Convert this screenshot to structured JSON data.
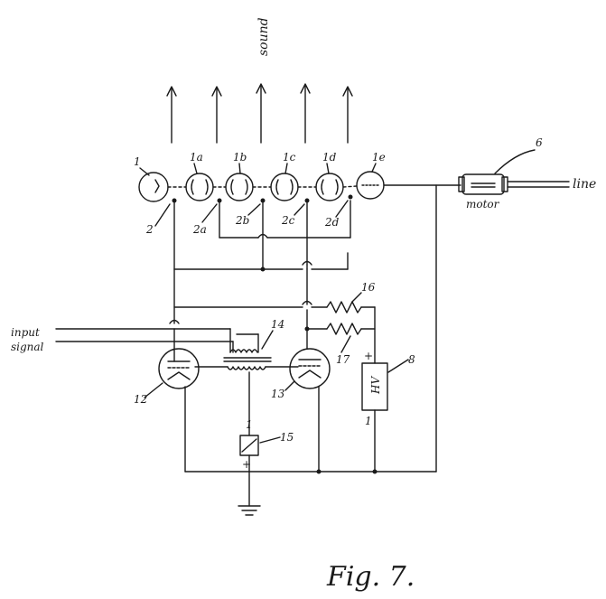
{
  "labels": {
    "sound": "sound",
    "line": "line",
    "motor": "motor",
    "input_signal_1": "input",
    "input_signal_2": "signal",
    "figure": "Fig. 7."
  },
  "parts": {
    "speakers": [
      "1",
      "1a",
      "1b",
      "1c",
      "1d",
      "1e"
    ],
    "contacts": [
      "2",
      "2a",
      "2b",
      "2c",
      "2d"
    ],
    "motor": "6",
    "hv_supply_ref": "8",
    "hv_supply_text": "HV",
    "tube_left": "12",
    "tube_right": "13",
    "transformer": "14",
    "relay": "15",
    "resistor_top": "16",
    "resistor_bottom": "17",
    "polarity_plus": "+",
    "polarity_minus": "1"
  }
}
